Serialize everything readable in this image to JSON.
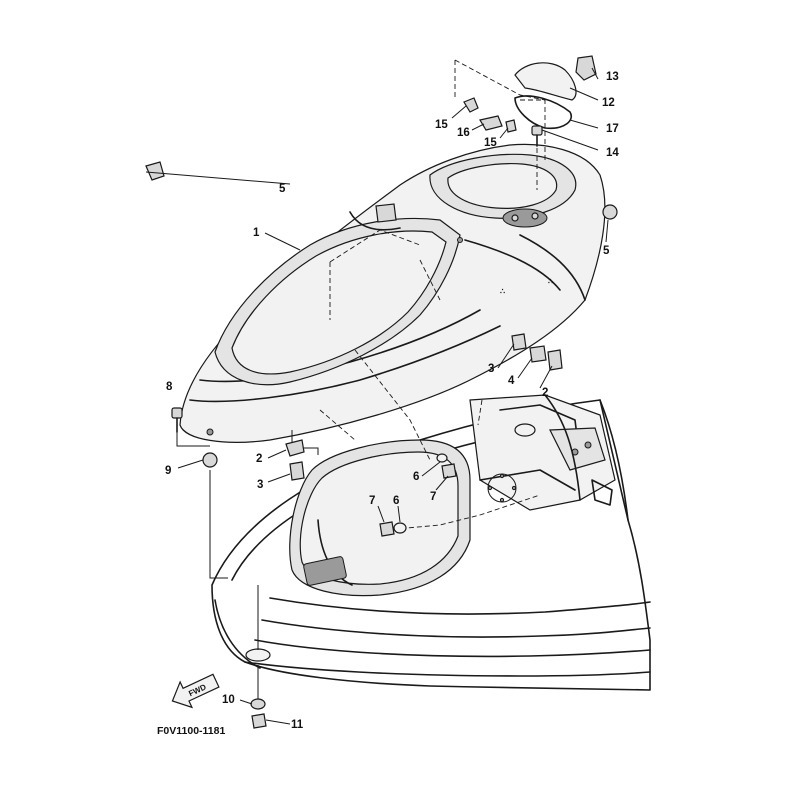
{
  "diagram": {
    "drawing_code": "F0V1100-1181",
    "fwd_label": "FWD",
    "callouts": [
      {
        "id": "c1",
        "label": "1"
      },
      {
        "id": "c2a",
        "label": "2"
      },
      {
        "id": "c2b",
        "label": "2"
      },
      {
        "id": "c3a",
        "label": "3"
      },
      {
        "id": "c3b",
        "label": "3"
      },
      {
        "id": "c4",
        "label": "4"
      },
      {
        "id": "c5a",
        "label": "5"
      },
      {
        "id": "c5b",
        "label": "5"
      },
      {
        "id": "c6a",
        "label": "6"
      },
      {
        "id": "c6b",
        "label": "6"
      },
      {
        "id": "c7a",
        "label": "7"
      },
      {
        "id": "c7b",
        "label": "7"
      },
      {
        "id": "c8",
        "label": "8"
      },
      {
        "id": "c9",
        "label": "9"
      },
      {
        "id": "c10",
        "label": "10"
      },
      {
        "id": "c11",
        "label": "11"
      },
      {
        "id": "c12",
        "label": "12"
      },
      {
        "id": "c13",
        "label": "13"
      },
      {
        "id": "c14",
        "label": "14"
      },
      {
        "id": "c15a",
        "label": "15"
      },
      {
        "id": "c15b",
        "label": "15"
      },
      {
        "id": "c16",
        "label": "16"
      },
      {
        "id": "c17",
        "label": "17"
      }
    ]
  }
}
